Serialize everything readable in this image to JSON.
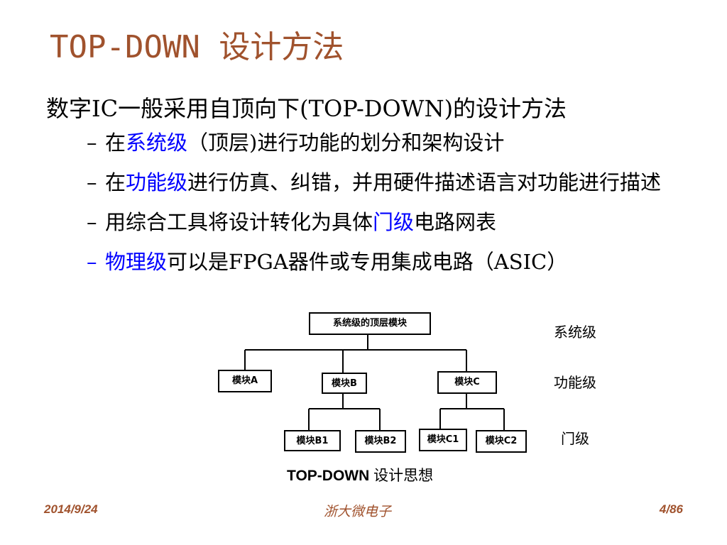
{
  "title": {
    "en": "TOP-DOWN",
    "zh": "设计方法"
  },
  "main_point": "数字IC一般采用自顶向下(TOP-DOWN)的设计方法",
  "bullets": [
    {
      "pre": "在",
      "hl": "系统级",
      "post": "（顶层)进行功能的划分和架构设计"
    },
    {
      "pre": "在",
      "hl": "功能级",
      "post": "进行仿真、纠错，并用硬件描述语言对功能进行描述"
    },
    {
      "pre": "用综合工具将设计转化为具体",
      "hl": "门级",
      "post": "电路网表"
    },
    {
      "pre": "",
      "hl": "物理级",
      "post": "可以是FPGA器件或专用集成电路（ASIC）"
    }
  ],
  "diagram": {
    "top": "系统级的顶层模块",
    "mid": [
      "模块A",
      "模块B",
      "模块C"
    ],
    "bottom": [
      "模块B1",
      "模块B2",
      "模块C1",
      "模块C2"
    ],
    "levels": [
      "系统级",
      "功能级",
      "门级"
    ],
    "caption_en": "TOP-DOWN",
    "caption_zh": "设计思想"
  },
  "footer": {
    "date": "2014/9/24",
    "org": "浙大微电子",
    "page": "4/86"
  },
  "colors": {
    "title": "#a0522d",
    "highlight": "#0000ff",
    "footer": "#a0522d"
  }
}
